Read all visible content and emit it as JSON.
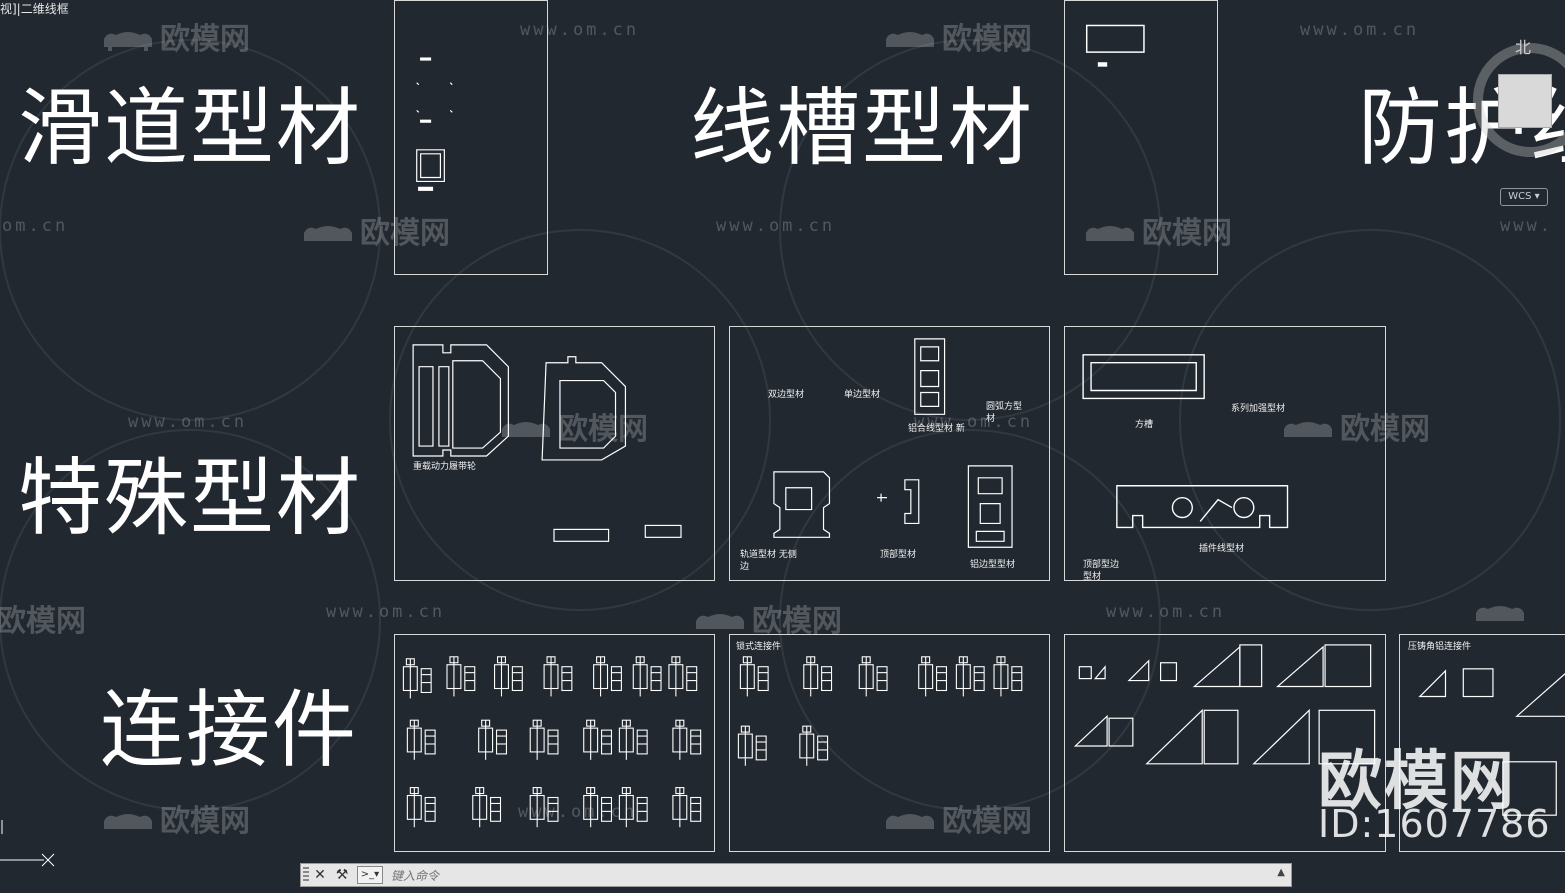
{
  "viewport": {
    "label": "视]|二维线框"
  },
  "categories": [
    {
      "name": "滑道型材"
    },
    {
      "name": "线槽型材"
    },
    {
      "name": "防护组"
    },
    {
      "name": "特殊型材"
    },
    {
      "name": "连接件"
    }
  ],
  "special_profiles": {
    "frame1": {
      "label1": "重载动力履带轮"
    },
    "frame2": {
      "label_double": "双边型材",
      "label_single": "单边型材",
      "label_strip": "铝合线型材 新",
      "label_top": "圆弧方型材",
      "label_nocover": "轨道型材 无侧边",
      "label_corner": "顶部型材",
      "label_heavy": "铝边型型材"
    },
    "frame3": {
      "label_guard": "方槽",
      "label_series": "系列加强型材",
      "label_special": "顶部型边型材",
      "label_cable": "插件线型材"
    }
  },
  "connectors": {
    "frame2_title": "锁式连接件",
    "frame4_title": "压铸角铝连接件"
  },
  "watermarks": {
    "url": "www.om.cn",
    "brand": "欧模网",
    "big_brand": "欧模网",
    "id": "ID:1607786"
  },
  "viewcube": {
    "north": "北",
    "wcs": "WCS"
  },
  "command_line": {
    "placeholder": "键入命令"
  }
}
